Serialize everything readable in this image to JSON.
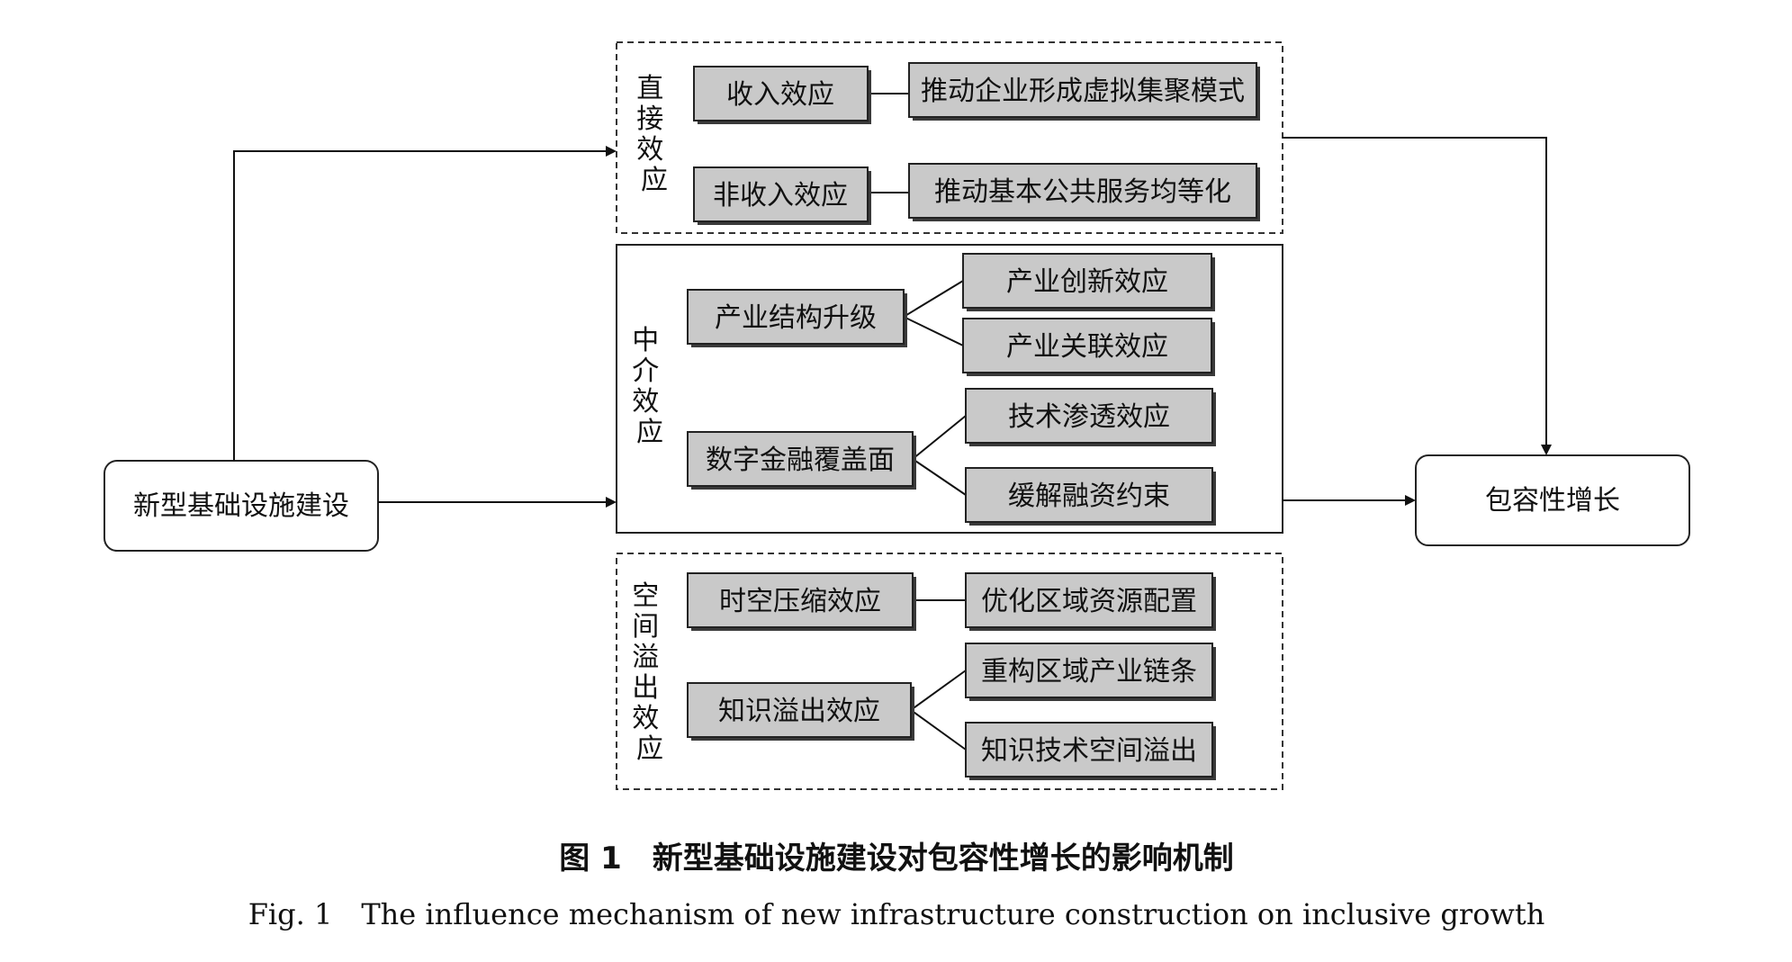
{
  "source_node": "新型基础设施建设",
  "target_node": "包容性增长",
  "groups": {
    "direct": {
      "label": "直接效应",
      "effects": [
        {
          "name": "收入效应",
          "result": "推动企业形成虚拟集聚模式"
        },
        {
          "name": "非收入效应",
          "result": "推动基本公共服务均等化"
        }
      ]
    },
    "mediating": {
      "label": "中介效应",
      "paths": [
        {
          "name": "产业结构升级",
          "results": [
            "产业创新效应",
            "产业关联效应"
          ]
        },
        {
          "name": "数字金融覆盖面",
          "results": [
            "技术渗透效应",
            "缓解融资约束"
          ]
        }
      ]
    },
    "spatial": {
      "label": "空间溢出效应",
      "paths": [
        {
          "name": "时空压缩效应",
          "results": [
            "优化区域资源配置"
          ]
        },
        {
          "name": "知识溢出效应",
          "results": [
            "重构区域产业链条",
            "知识技术空间溢出"
          ]
        }
      ]
    }
  },
  "caption": {
    "cn": "图 1　新型基础设施建设对包容性增长的影响机制",
    "en": "Fig. 1　The influence mechanism of new infrastructure construction on inclusive growth"
  }
}
